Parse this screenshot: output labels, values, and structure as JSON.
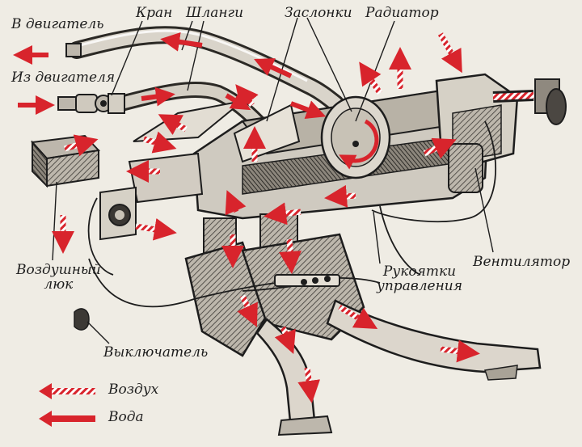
{
  "labels": {
    "to_engine": "В двигатель",
    "from_engine": "Из двигателя",
    "valve": "Кран",
    "hoses": "Шланги",
    "dampers": "Заслонки",
    "radiator": "Радиатор",
    "fan": "Вентилятор",
    "control_handles_1": "Рукоятки",
    "control_handles_2": "управления",
    "air_hatch_1": "Воздушный",
    "air_hatch_2": "люк",
    "switch": "Выключатель"
  },
  "legend": {
    "air": "Воздух",
    "water": "Вода"
  },
  "colors": {
    "water_arrow": "#d8242c",
    "air_arrow_stripe": "#d8242c",
    "ink": "#1d1d1d",
    "paper": "#efece4",
    "metal": "#cfcac0",
    "shadow": "#5a5650"
  }
}
